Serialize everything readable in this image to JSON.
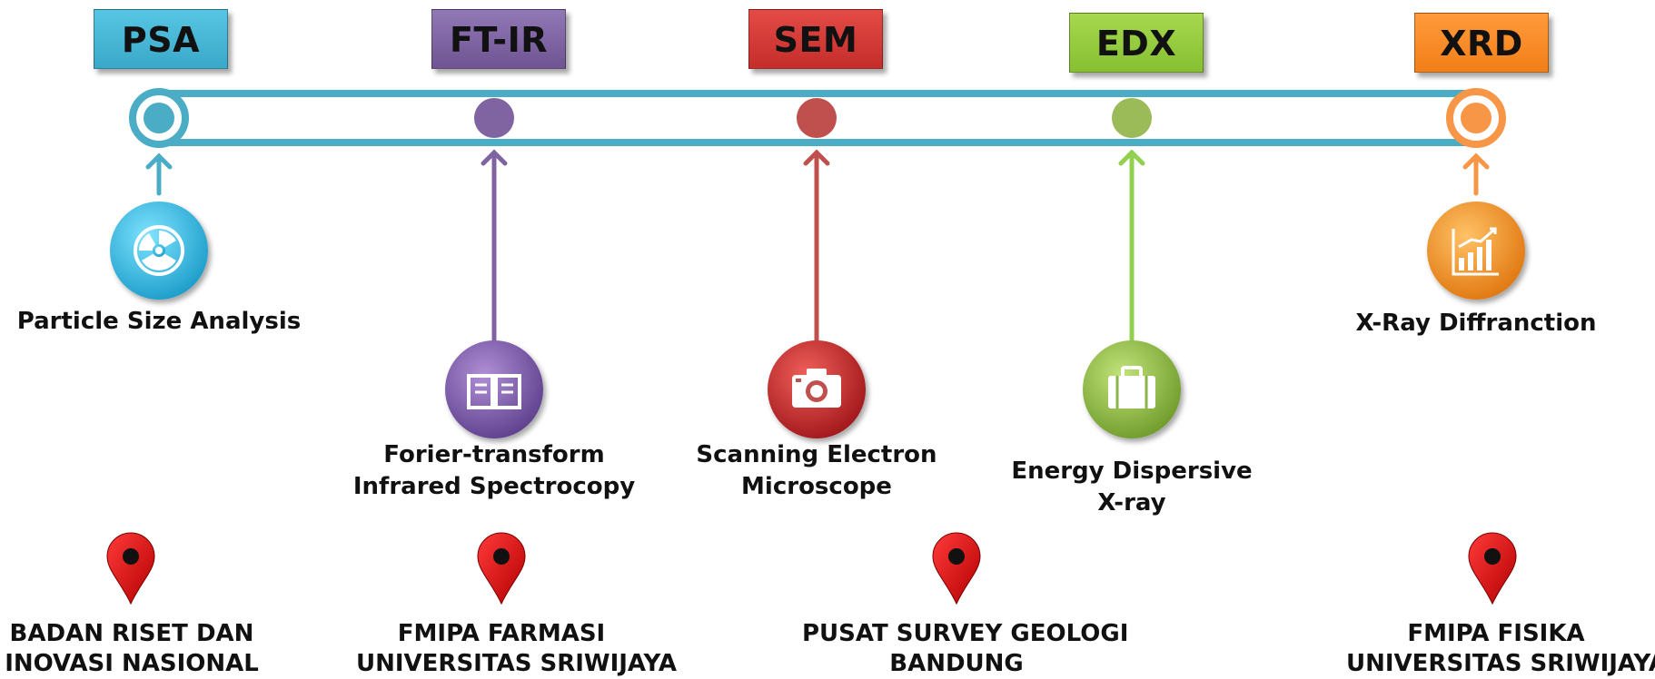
{
  "colors": {
    "track": "#4bacc6",
    "psa": "#4bacc6",
    "ftir": "#8064a2",
    "sem": "#c0504d",
    "edx": "#9bbb59",
    "xrd": "#f79646",
    "pin": "#e8141f"
  },
  "techniques": [
    {
      "tag": "PSA",
      "name": "Particle Size Analysis",
      "icon": "radiation-icon"
    },
    {
      "tag": "FT-IR",
      "name_line1": "Forier-transform",
      "name_line2": "Infrared Spectrocopy",
      "icon": "book-icon"
    },
    {
      "tag": "SEM",
      "name_line1": "Scanning Electron",
      "name_line2": "Microscope",
      "icon": "camera-icon"
    },
    {
      "tag": "EDX",
      "name_line1": "Energy Dispersive",
      "name_line2": "X-ray",
      "icon": "briefcase-icon"
    },
    {
      "tag": "XRD",
      "name": "X-Ray Diffranction",
      "icon": "bar-chart-icon"
    }
  ],
  "locations": [
    {
      "line1": "BADAN RISET DAN",
      "line2": "INOVASI NASIONAL",
      "icon": "map-pin-icon"
    },
    {
      "line1": "FMIPA FARMASI",
      "line2": "UNIVERSITAS SRIWIJAYA",
      "icon": "map-pin-icon"
    },
    {
      "line1": "PUSAT SURVEY GEOLOGI",
      "line2": "BANDUNG",
      "icon": "map-pin-icon"
    },
    {
      "line1": "FMIPA FISIKA",
      "line2": "UNIVERSITAS SRIWIJAYA",
      "icon": "map-pin-icon"
    }
  ]
}
